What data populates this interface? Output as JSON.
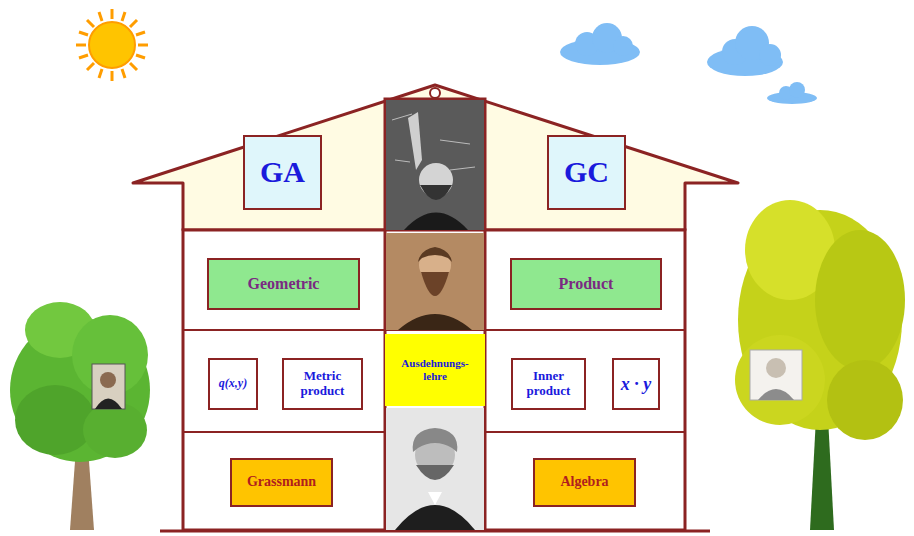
{
  "diagram": {
    "nodes": [
      {
        "text": [
          "GA"
        ]
      },
      {
        "text": [
          "GC"
        ]
      },
      {
        "text": [
          "Geometric"
        ]
      },
      {
        "text": [
          "Product"
        ]
      },
      {
        "text": [
          "q(x,y)"
        ]
      },
      {
        "text": [
          "Metric product"
        ]
      },
      {
        "text": [
          "Ausdehnungs- lehre"
        ]
      },
      {
        "text": [
          "Inner product"
        ]
      },
      {
        "text": [
          "x · y"
        ]
      },
      {
        "text": [
          "Grassmann"
        ]
      },
      {
        "text": [
          "Algebra"
        ]
      }
    ]
  }
}
